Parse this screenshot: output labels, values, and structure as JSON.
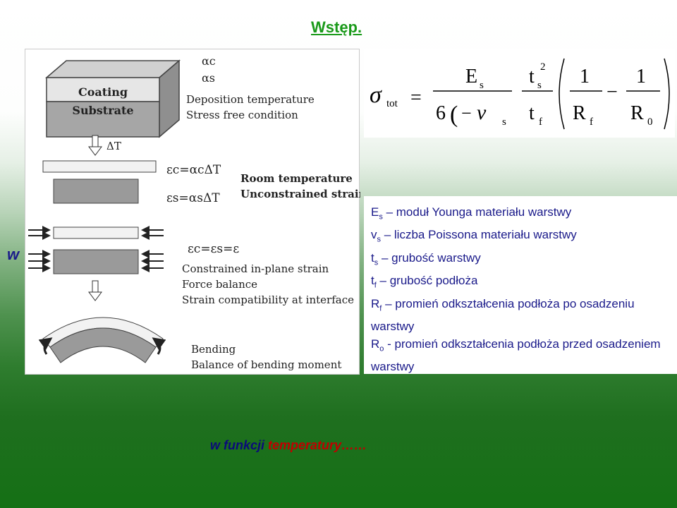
{
  "title": "Wstęp.",
  "left_mark": "w",
  "formula": {
    "sigma": "σ",
    "tot": "tot",
    "eq": "=",
    "Es": "E",
    "Es_sub": "s",
    "ts": "t",
    "ts_sub": "s",
    "ts_sup": "2",
    "six": "6",
    "nu": "ν",
    "nu_sub": "s",
    "tf": "t",
    "tf_sub": "f",
    "one1": "1",
    "one2": "1",
    "Rf": "R",
    "Rf_sub": "f",
    "R0": "R",
    "R0_sub": "0",
    "minus": "−"
  },
  "figure": {
    "alpha_c": "αc",
    "alpha_s": "αs",
    "deposition": "Deposition temperature",
    "stress_free": "Stress free condition",
    "coating": "Coating",
    "substrate": "Substrate",
    "delta_t": "ΔT",
    "eps_c": "εc=αcΔT",
    "eps_s": "εs=αsΔT",
    "room_temp": "Room temperature",
    "unconstrained": "Unconstrained strain",
    "eps_eq": "εc=εs=ε",
    "constrained": "Constrained in-plane strain",
    "force": "Force balance",
    "strain_compat": "Strain compatibility at interface",
    "bending": "Bending",
    "balance_moment": "Balance of bending moment"
  },
  "legend": [
    {
      "sym": "E",
      "sub": "s",
      "text": " – moduł Younga materiału warstwy"
    },
    {
      "sym": "v",
      "sub": "s",
      "text": " – liczba Poissona materiału warstwy"
    },
    {
      "sym": "t",
      "sub": "s",
      "text": " – grubość warstwy"
    },
    {
      "sym": "t",
      "sub": "f",
      "text": " – grubość podłoża"
    },
    {
      "sym": "R",
      "sub": "f",
      "text": " – promień odkształcenia podłoża po osadzeniu warstwy"
    },
    {
      "sym": "R",
      "sub": "o",
      "text": " - promień odkształcenia podłoża przed osadzeniem warstwy"
    }
  ],
  "bottom": {
    "part1": "w funkcji ",
    "part2": "temperatury……"
  }
}
